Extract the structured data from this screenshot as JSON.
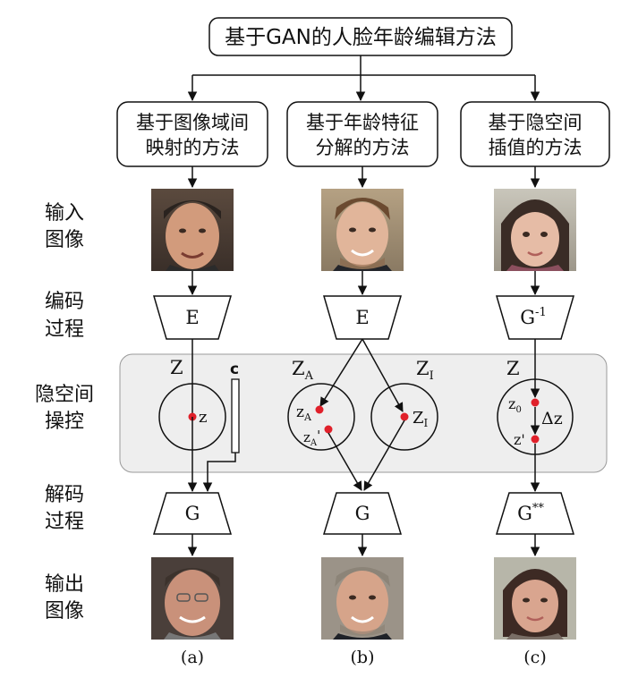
{
  "title": "基于GAN的人脸年龄编辑方法",
  "methods": [
    {
      "line1": "基于图像域间",
      "line2": "映射的方法"
    },
    {
      "line1": "基于年龄特征",
      "line2": "分解的方法"
    },
    {
      "line1": "基于隐空间",
      "line2": "插值的方法"
    }
  ],
  "row_labels": {
    "input": {
      "line1": "输入",
      "line2": "图像"
    },
    "encode": {
      "line1": "编码",
      "line2": "过程"
    },
    "latent": {
      "line1": "隐空间",
      "line2": "操控"
    },
    "decode": {
      "line1": "解码",
      "line2": "过程"
    },
    "output": {
      "line1": "输出",
      "line2": "图像"
    }
  },
  "encoders": [
    "E",
    "E",
    "G"
  ],
  "encoder_sup_c": "-1",
  "decoders": [
    "G",
    "G",
    "G"
  ],
  "decoder_sup_c": "**",
  "latent": {
    "a": {
      "space": "Z",
      "point": "z",
      "cond": "c"
    },
    "b": {
      "space_left": "Z",
      "space_left_sub": "A",
      "space_right": "Z",
      "space_right_sub": "I",
      "pt1": "z",
      "pt1_sub": "A",
      "pt2": "z",
      "pt2_sub": "A",
      "pt2_prime": "'",
      "pt3": "Z",
      "pt3_sub": "I"
    },
    "c": {
      "space": "Z",
      "pt0": "z",
      "pt0_sub": "0",
      "delta": "Δz",
      "pt1": "z'"
    }
  },
  "captions": [
    "(a)",
    "(b)",
    "(c)"
  ],
  "colors": {
    "point": "#e0202a",
    "panel": "#eeeeee",
    "panel_stroke": "#9a9a9a",
    "line": "#111111"
  }
}
